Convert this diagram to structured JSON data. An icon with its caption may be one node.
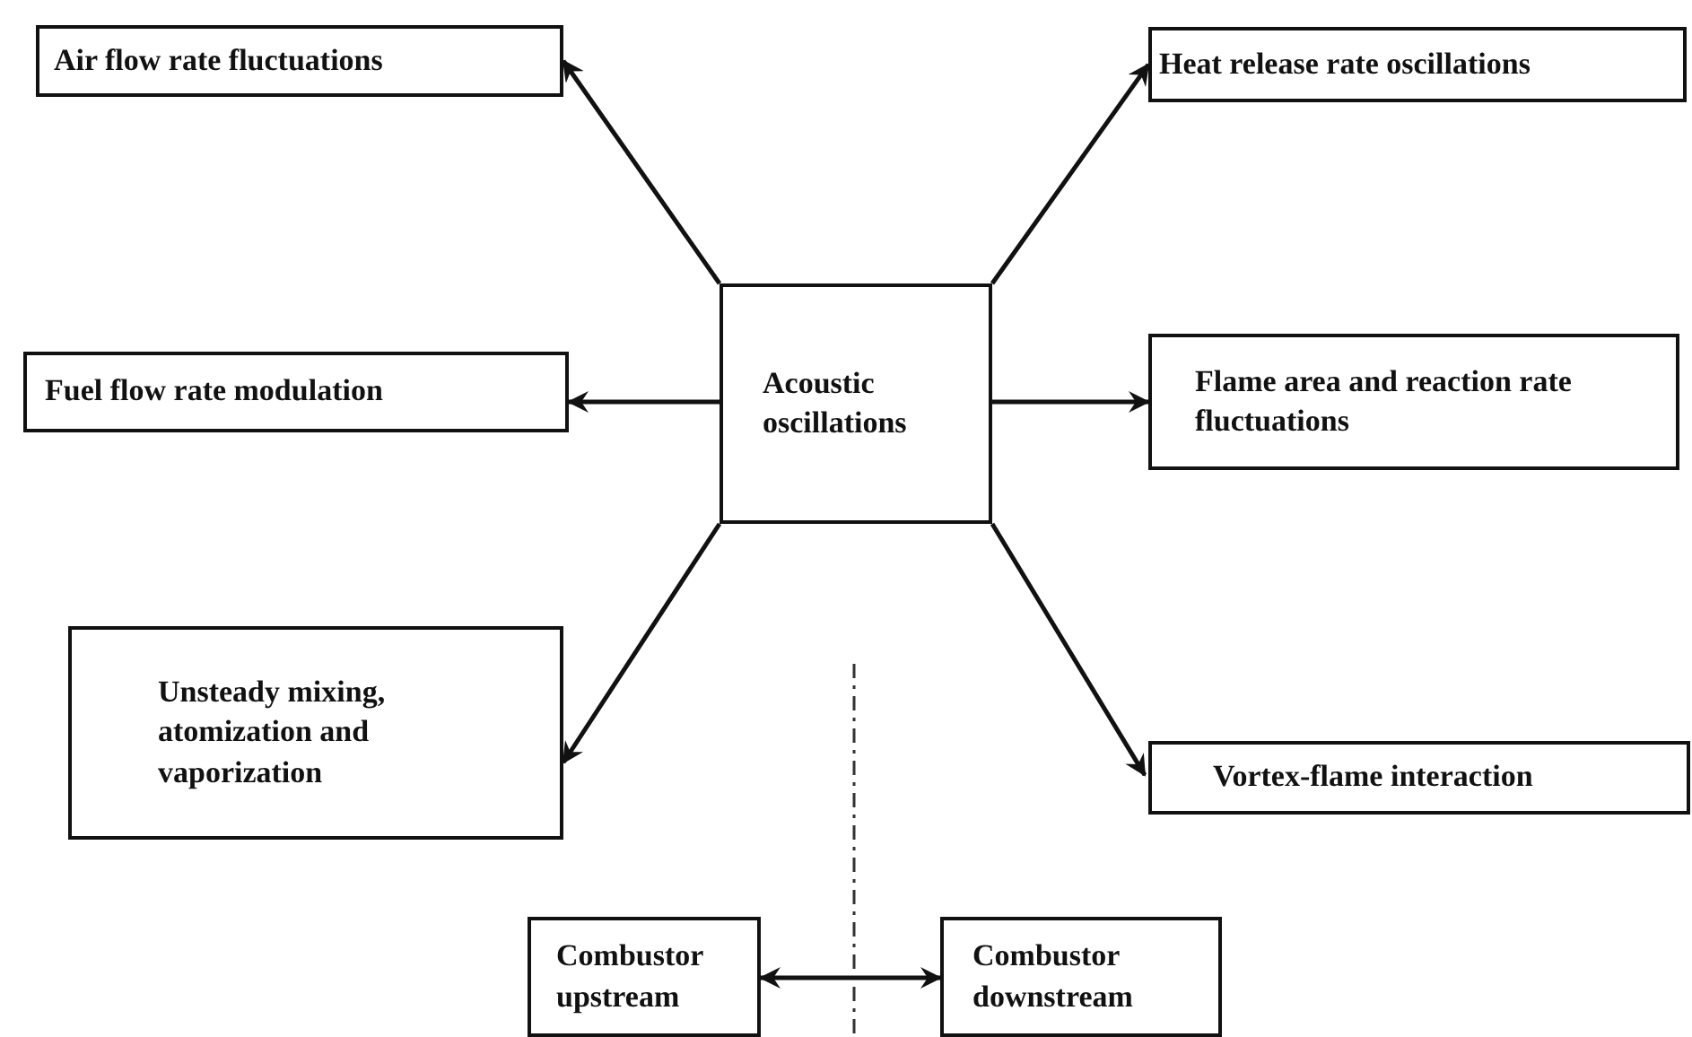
{
  "diagram": {
    "nodes": [
      {
        "text": [
          "Acoustic oscillations"
        ]
      },
      {
        "text": [
          "Air flow rate fluctuations"
        ]
      },
      {
        "text": [
          "Heat release rate oscillations"
        ]
      },
      {
        "text": [
          "Fuel flow rate modulation"
        ]
      },
      {
        "text": [
          "Flame area and reaction rate fluctuations"
        ]
      },
      {
        "text": [
          "Unsteady mixing, atomization and vaporization"
        ]
      },
      {
        "text": [
          "Vortex-flame interaction"
        ]
      },
      {
        "text": [
          "Combustor upstream"
        ]
      },
      {
        "text": [
          "Combustor downstream"
        ]
      }
    ],
    "edges": [
      {
        "from": 0,
        "to": 1,
        "arrow": "to"
      },
      {
        "from": 0,
        "to": 2,
        "arrow": "to"
      },
      {
        "from": 0,
        "to": 3,
        "arrow": "to"
      },
      {
        "from": 0,
        "to": 4,
        "arrow": "to"
      },
      {
        "from": 0,
        "to": 5,
        "arrow": "to"
      },
      {
        "from": 0,
        "to": 6,
        "arrow": "to"
      },
      {
        "from": 7,
        "to": 8,
        "arrow": "both"
      }
    ]
  }
}
